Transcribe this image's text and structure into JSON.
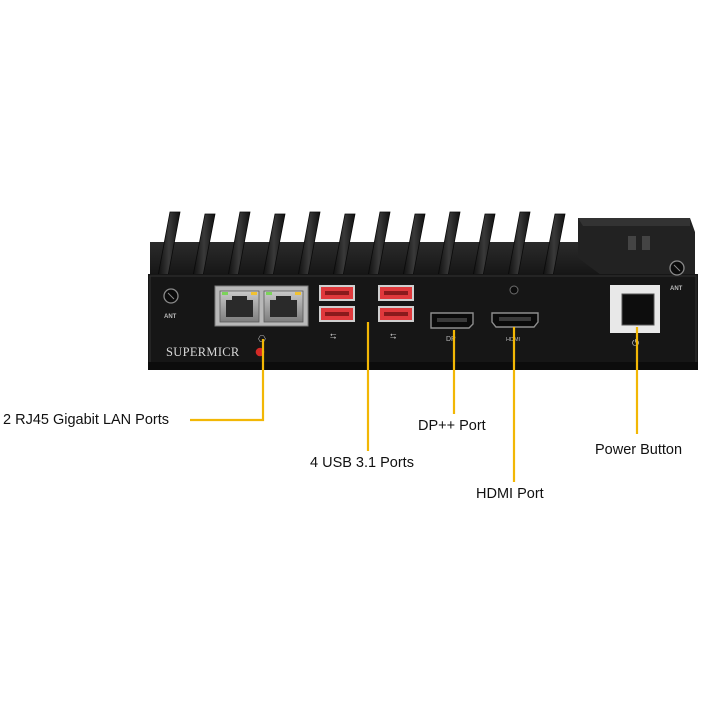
{
  "device": {
    "brand": "SUPERMICR",
    "antenna_label": "ANT",
    "dp_label": "DP",
    "hdmi_label": "HDMI",
    "usb_symbol": "⮀",
    "lan_symbol": "⎔",
    "power_symbol": "⏻"
  },
  "callouts": [
    {
      "id": "lan",
      "text": "2 RJ45 Gigabit LAN Ports"
    },
    {
      "id": "usb",
      "text": "4 USB 3.1 Ports"
    },
    {
      "id": "dp",
      "text": "DP++ Port"
    },
    {
      "id": "hdmi",
      "text": "HDMI Port"
    },
    {
      "id": "power",
      "text": "Power Button"
    }
  ],
  "colors": {
    "leader_line": "#f2b705",
    "chassis": "#1c1c1c",
    "front_panel": "#141414",
    "usb_port": "#e0393c",
    "brand_dot": "#d42a26"
  }
}
